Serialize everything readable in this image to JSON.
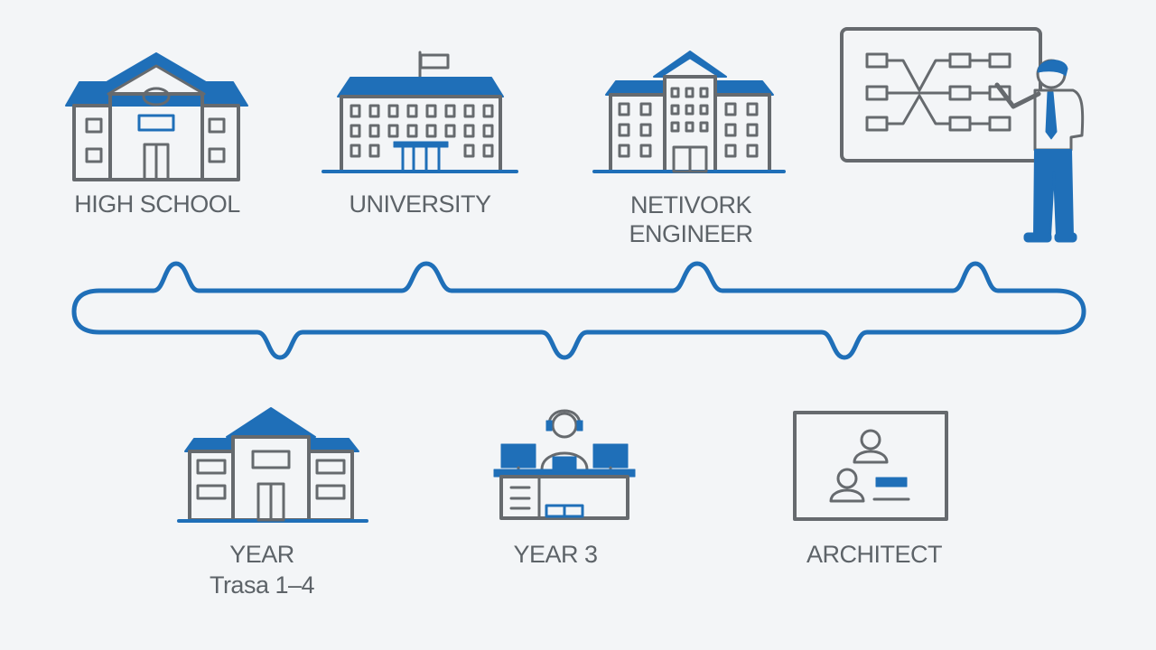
{
  "colors": {
    "blue": "#1f6fb8",
    "gray": "#666a6e",
    "background": "#f3f5f7"
  },
  "stages_top": [
    {
      "label": "HIGH SCHOOL",
      "icon": "high-school-building-icon"
    },
    {
      "label": "UNIVERSITY",
      "icon": "university-building-icon"
    },
    {
      "label_lines": [
        "NETIVORK",
        "ENGINEER"
      ],
      "icon": "office-building-icon"
    },
    {
      "label": "",
      "icon": "presenter-at-network-board-icon"
    }
  ],
  "stages_bottom": [
    {
      "label_lines": [
        "YEAR",
        "Trasa 1–4"
      ],
      "icon": "school-building-icon"
    },
    {
      "label": "YEAR 3",
      "icon": "person-at-workstation-icon"
    },
    {
      "label": "ARCHITECT",
      "icon": "video-meeting-screen-icon"
    }
  ]
}
